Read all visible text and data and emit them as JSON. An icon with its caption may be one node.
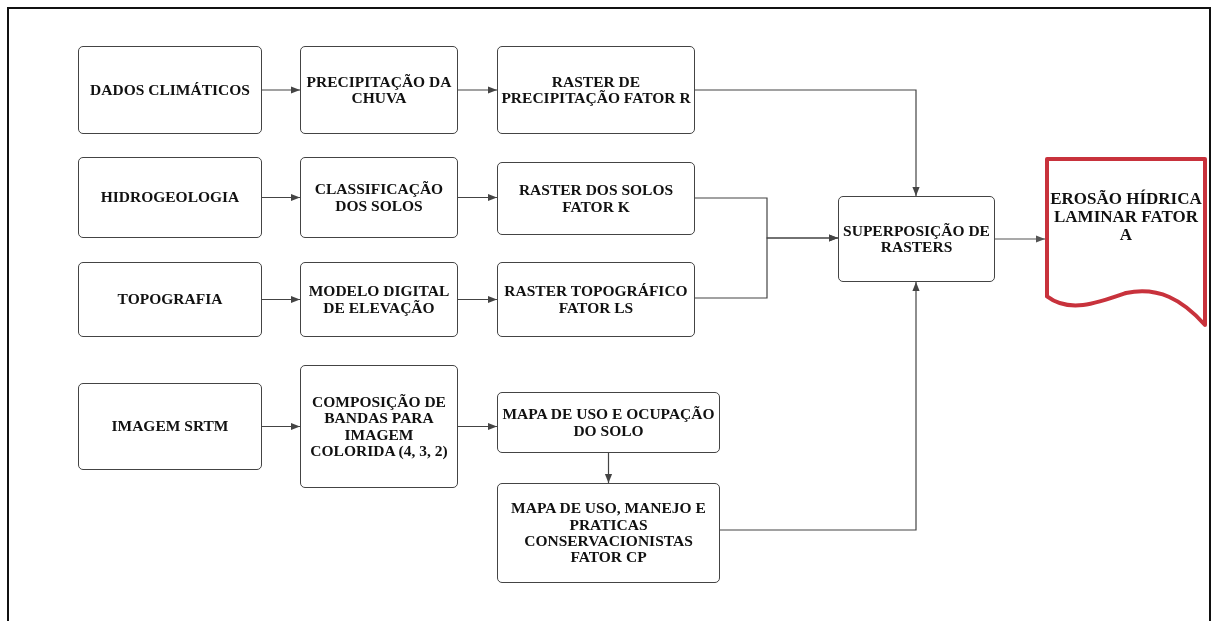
{
  "diagram": {
    "nodes": [
      {
        "text": [
          "DADOS CLIMÁTICOS"
        ]
      },
      {
        "text": [
          "PRECIPITAÇÃO DA CHUVA"
        ]
      },
      {
        "text": [
          "RASTER DE PRECIPITAÇÃO FATOR R"
        ]
      },
      {
        "text": [
          "HIDROGEOLOGIA"
        ]
      },
      {
        "text": [
          "CLASSIFICAÇÃO DOS SOLOS"
        ]
      },
      {
        "text": [
          "RASTER DOS SOLOS FATOR K"
        ]
      },
      {
        "text": [
          "TOPOGRAFIA"
        ]
      },
      {
        "text": [
          "MODELO DIGITAL DE ELEVAÇÃO"
        ]
      },
      {
        "text": [
          "RASTER TOPOGRÁFICO FATOR LS"
        ]
      },
      {
        "text": [
          "IMAGEM SRTM"
        ]
      },
      {
        "text": [
          "COMPOSIÇÃO DE BANDAS PARA IMAGEM COLORIDA (4, 3, 2)"
        ]
      },
      {
        "text": [
          "MAPA DE USO E OCUPAÇÃO DO SOLO"
        ]
      },
      {
        "text": [
          "MAPA DE USO, MANEJO E PRATICAS CONSERVACIONISTAS FATOR CP"
        ]
      },
      {
        "text": [
          "SUPERPOSIÇÃO DE RASTERS"
        ]
      },
      {
        "text": [
          "EROSÃO HÍDRICA LAMINAR FATOR A"
        ]
      }
    ],
    "edges": [
      {
        "from": 0,
        "to": 1,
        "arrow": "to"
      },
      {
        "from": 1,
        "to": 2,
        "arrow": "to"
      },
      {
        "from": 3,
        "to": 4,
        "arrow": "to"
      },
      {
        "from": 4,
        "to": 5,
        "arrow": "to"
      },
      {
        "from": 6,
        "to": 7,
        "arrow": "to"
      },
      {
        "from": 7,
        "to": 8,
        "arrow": "to"
      },
      {
        "from": 9,
        "to": 10,
        "arrow": "to"
      },
      {
        "from": 10,
        "to": 11,
        "arrow": "to"
      },
      {
        "from": 11,
        "to": 12,
        "arrow": "to"
      },
      {
        "from": 2,
        "to": 13,
        "arrow": "to"
      },
      {
        "from": 5,
        "to": 13,
        "arrow": "to"
      },
      {
        "from": 8,
        "to": 13,
        "arrow": "to"
      },
      {
        "from": 12,
        "to": 13,
        "arrow": "to"
      },
      {
        "from": 13,
        "to": 14,
        "arrow": "to",
        "color": "#555555"
      }
    ]
  }
}
